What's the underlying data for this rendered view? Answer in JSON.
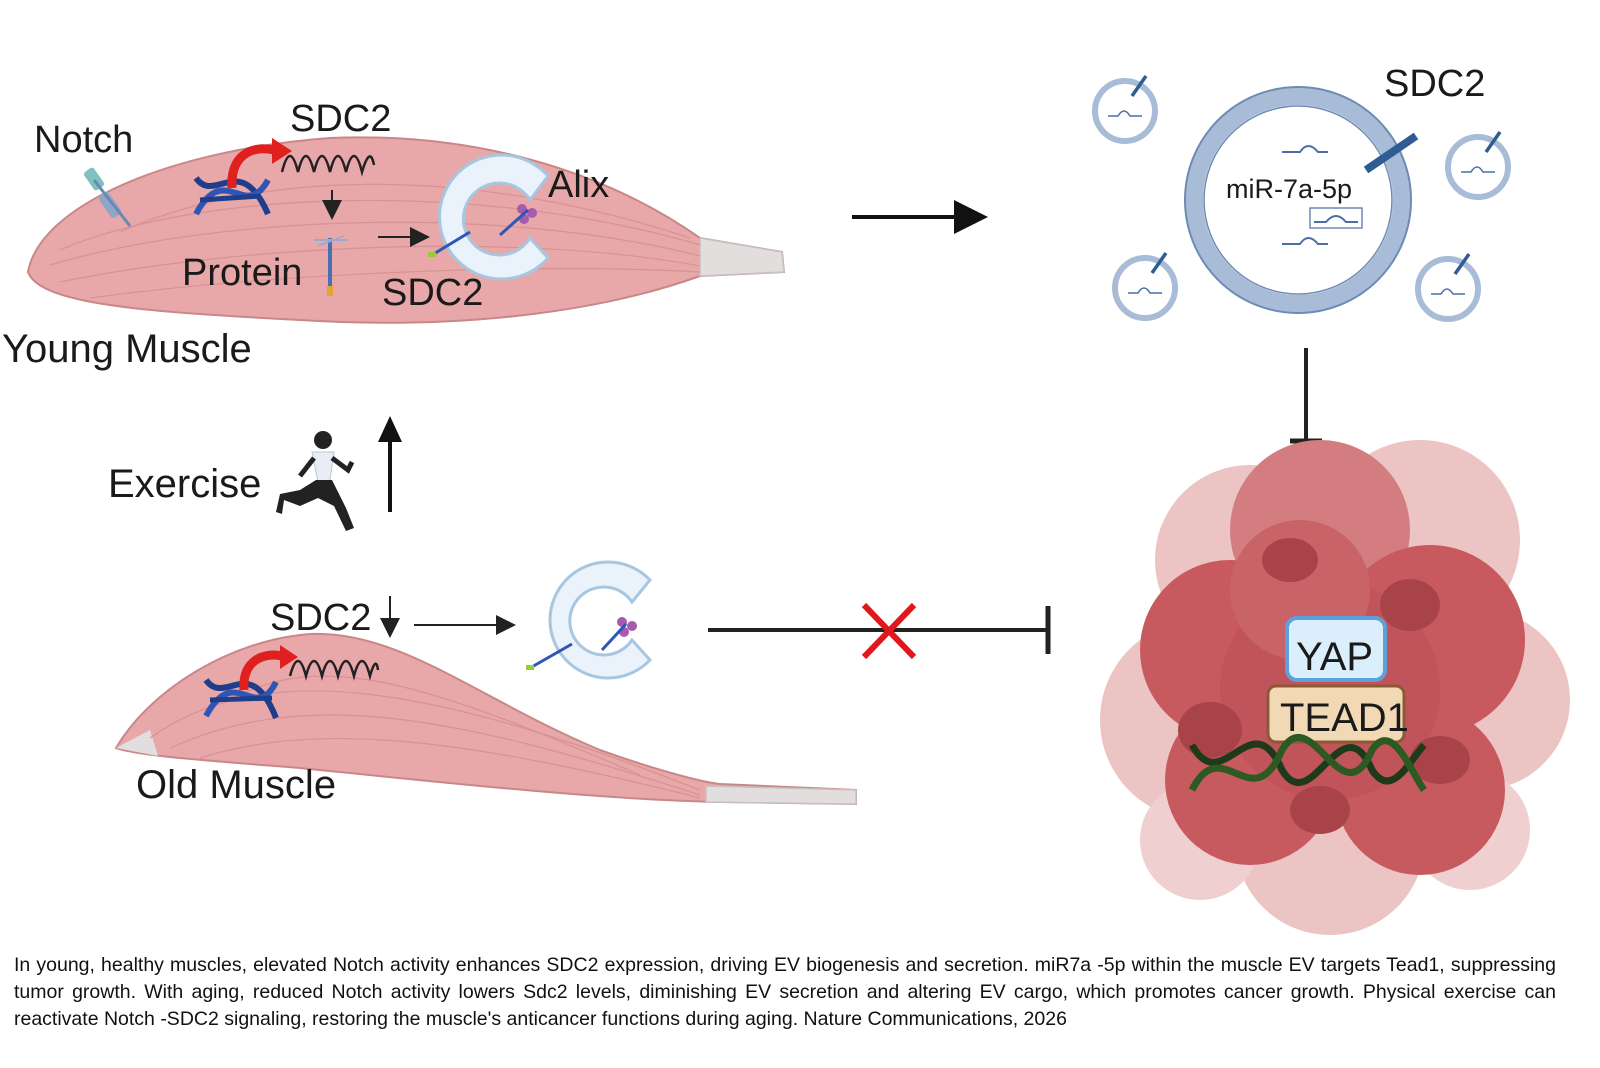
{
  "labels": {
    "notch": "Notch",
    "sdc2_top": "SDC2",
    "alix": "Alix",
    "protein": "Protein",
    "sdc2_young": "SDC2",
    "young_muscle": "Young Muscle",
    "exercise": "Exercise",
    "sdc2_old": "SDC2",
    "old_muscle": "Old Muscle",
    "sdc2_ev": "SDC2",
    "mirna": "miR-7a-5p",
    "yap": "YAP",
    "tead1": "TEAD1"
  },
  "caption": "In young, healthy muscles, elevated Notch activity enhances SDC2 expression, driving EV biogenesis and secretion. miR7a -5p within the muscle EV targets Tead1, suppressing tumor growth. With aging, reduced Notch activity lowers Sdc2 levels, diminishing EV secretion and altering EV cargo, which promotes cancer growth. Physical exercise can reactivate Notch -SDC2 signaling, restoring the muscle's anticancer functions during aging. Nature Communications, 2026",
  "colors": {
    "muscle": "#e8a7a8",
    "muscle_dark": "#cf8585",
    "tendon": "#e3dede",
    "ev_ring": "#a9bbd6",
    "inhibit_x": "#e0171b",
    "dna_dark": "#1f3a1a",
    "yap_box": "#dbeefb",
    "tead_box": "#f2d9b6",
    "tumor": "#c85a5f",
    "gene_arrow": "#e01f1f"
  }
}
